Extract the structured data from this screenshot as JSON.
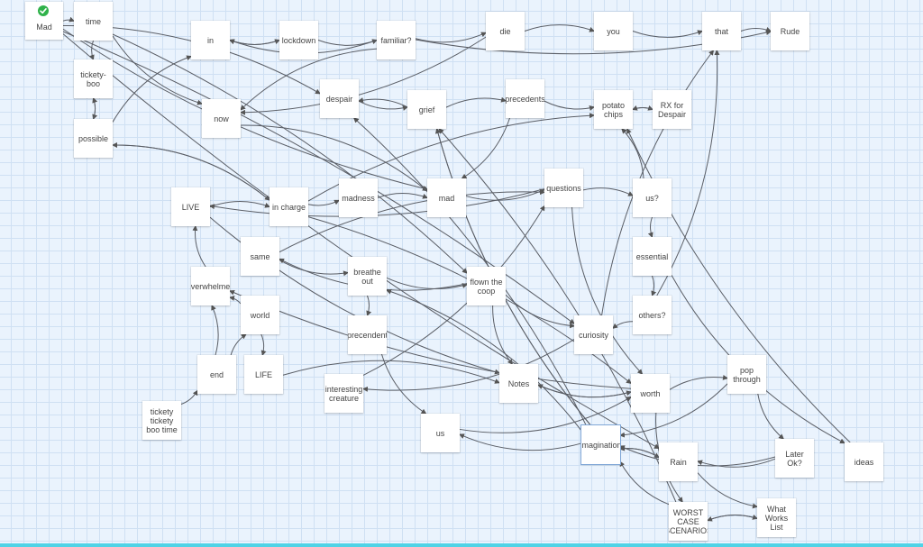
{
  "nodes": [
    {
      "id": "mad-start",
      "label": "Mad",
      "icon": "check-icon"
    },
    {
      "id": "time",
      "label": "time"
    },
    {
      "id": "ticketyboo",
      "label": "tickety-\nboo"
    },
    {
      "id": "possible",
      "label": "possible"
    },
    {
      "id": "in",
      "label": "in"
    },
    {
      "id": "lockdown",
      "label": "lockdown"
    },
    {
      "id": "familiar",
      "label": "familiar?"
    },
    {
      "id": "die",
      "label": "die"
    },
    {
      "id": "you",
      "label": "you"
    },
    {
      "id": "that",
      "label": "that"
    },
    {
      "id": "rude",
      "label": "Rude"
    },
    {
      "id": "now",
      "label": "now"
    },
    {
      "id": "despair",
      "label": "despair"
    },
    {
      "id": "grief",
      "label": "grief"
    },
    {
      "id": "precedents",
      "label": "precedents"
    },
    {
      "id": "potatochips",
      "label": "potato\nchips"
    },
    {
      "id": "rxfordespair",
      "label": "RX for\nDespair"
    },
    {
      "id": "live",
      "label": "LIVE"
    },
    {
      "id": "incharge",
      "label": "in charge"
    },
    {
      "id": "madness",
      "label": "madness"
    },
    {
      "id": "mad",
      "label": "mad"
    },
    {
      "id": "questions",
      "label": "questions"
    },
    {
      "id": "us-q",
      "label": "us?"
    },
    {
      "id": "same",
      "label": "same"
    },
    {
      "id": "breatheout",
      "label": "breathe\nout"
    },
    {
      "id": "flownthecoop",
      "label": "flown the\ncoop"
    },
    {
      "id": "essential",
      "label": "essential"
    },
    {
      "id": "overwhelmed",
      "label": "overwhelmed"
    },
    {
      "id": "world",
      "label": "world"
    },
    {
      "id": "precendent",
      "label": "precendent"
    },
    {
      "id": "others",
      "label": "others?"
    },
    {
      "id": "curiosity",
      "label": "curiosity"
    },
    {
      "id": "end",
      "label": "end"
    },
    {
      "id": "life",
      "label": "LIFE"
    },
    {
      "id": "interestingcreature",
      "label": "interesting\ncreature"
    },
    {
      "id": "notes",
      "label": "Notes"
    },
    {
      "id": "worth",
      "label": "worth"
    },
    {
      "id": "popthrough",
      "label": "pop\nthrough"
    },
    {
      "id": "ticketytime",
      "label": "tickety\ntickety\nboo time"
    },
    {
      "id": "us",
      "label": "us"
    },
    {
      "id": "imagination",
      "label": "imagination"
    },
    {
      "id": "rain",
      "label": "Rain"
    },
    {
      "id": "laterok",
      "label": "Later Ok?"
    },
    {
      "id": "ideas",
      "label": "ideas"
    },
    {
      "id": "worstcase",
      "label": "WORST\nCASE\nSCENARIOS"
    },
    {
      "id": "whatworks",
      "label": "What\nWorks\nList"
    }
  ],
  "edges": [
    [
      "mad-start",
      "time"
    ],
    [
      "time",
      "ticketyboo"
    ],
    [
      "ticketyboo",
      "possible"
    ],
    [
      "possible",
      "ticketyboo"
    ],
    [
      "possible",
      "in"
    ],
    [
      "in",
      "lockdown"
    ],
    [
      "lockdown",
      "in"
    ],
    [
      "lockdown",
      "familiar"
    ],
    [
      "familiar",
      "in"
    ],
    [
      "familiar",
      "die"
    ],
    [
      "die",
      "you"
    ],
    [
      "you",
      "that"
    ],
    [
      "that",
      "rude"
    ],
    [
      "familiar",
      "now"
    ],
    [
      "die",
      "now"
    ],
    [
      "familiar",
      "rude"
    ],
    [
      "mad-start",
      "despair"
    ],
    [
      "despair",
      "grief"
    ],
    [
      "grief",
      "precedents"
    ],
    [
      "precedents",
      "potatochips"
    ],
    [
      "potatochips",
      "rxfordespair"
    ],
    [
      "rxfordespair",
      "potatochips"
    ],
    [
      "time",
      "flownthecoop"
    ],
    [
      "mad-start",
      "mad"
    ],
    [
      "mad-start",
      "curiosity"
    ],
    [
      "time",
      "now"
    ],
    [
      "now",
      "mad"
    ],
    [
      "grief",
      "despair"
    ],
    [
      "possible",
      "incharge"
    ],
    [
      "incharge",
      "possible"
    ],
    [
      "live",
      "incharge"
    ],
    [
      "incharge",
      "madness"
    ],
    [
      "madness",
      "mad"
    ],
    [
      "mad",
      "questions"
    ],
    [
      "questions",
      "us-q"
    ],
    [
      "us-q",
      "essential"
    ],
    [
      "essential",
      "others"
    ],
    [
      "others",
      "curiosity"
    ],
    [
      "incharge",
      "potatochips"
    ],
    [
      "live",
      "notes"
    ],
    [
      "questions",
      "live"
    ],
    [
      "same",
      "breatheout"
    ],
    [
      "breatheout",
      "precendent"
    ],
    [
      "breatheout",
      "flownthecoop"
    ],
    [
      "flownthecoop",
      "same"
    ],
    [
      "flownthecoop",
      "curiosity"
    ],
    [
      "overwhelmed",
      "live"
    ],
    [
      "world",
      "overwhelmed"
    ],
    [
      "world",
      "life"
    ],
    [
      "end",
      "overwhelmed"
    ],
    [
      "end",
      "world"
    ],
    [
      "ticketytime",
      "end"
    ],
    [
      "life",
      "notes"
    ],
    [
      "interestingcreature",
      "questions"
    ],
    [
      "curiosity",
      "interestingcreature"
    ],
    [
      "notes",
      "worth"
    ],
    [
      "worth",
      "notes"
    ],
    [
      "us",
      "worth"
    ],
    [
      "imagination",
      "us"
    ],
    [
      "imagination",
      "breatheout"
    ],
    [
      "imagination",
      "grief"
    ],
    [
      "imagination",
      "despair"
    ],
    [
      "imagination",
      "rain"
    ],
    [
      "rain",
      "imagination"
    ],
    [
      "worth",
      "popthrough"
    ],
    [
      "popthrough",
      "laterok"
    ],
    [
      "laterok",
      "rain"
    ],
    [
      "rain",
      "whatworks"
    ],
    [
      "worstcase",
      "whatworks"
    ],
    [
      "whatworks",
      "worstcase"
    ],
    [
      "worstcase",
      "imagination"
    ],
    [
      "worth",
      "worstcase"
    ],
    [
      "ideas",
      "potatochips"
    ],
    [
      "essential",
      "ideas"
    ],
    [
      "popthrough",
      "imagination"
    ],
    [
      "others",
      "that"
    ],
    [
      "curiosity",
      "that"
    ],
    [
      "us-q",
      "potatochips"
    ],
    [
      "imagination",
      "grief"
    ],
    [
      "worstcase",
      "grief"
    ],
    [
      "precedents",
      "mad"
    ],
    [
      "flownthecoop",
      "notes"
    ],
    [
      "laterok",
      "imagination"
    ],
    [
      "mad-start",
      "rain"
    ],
    [
      "incharge",
      "worth"
    ],
    [
      "questions",
      "worth"
    ],
    [
      "worth",
      "overwhelmed"
    ],
    [
      "precendent",
      "us"
    ],
    [
      "same",
      "questions"
    ]
  ]
}
